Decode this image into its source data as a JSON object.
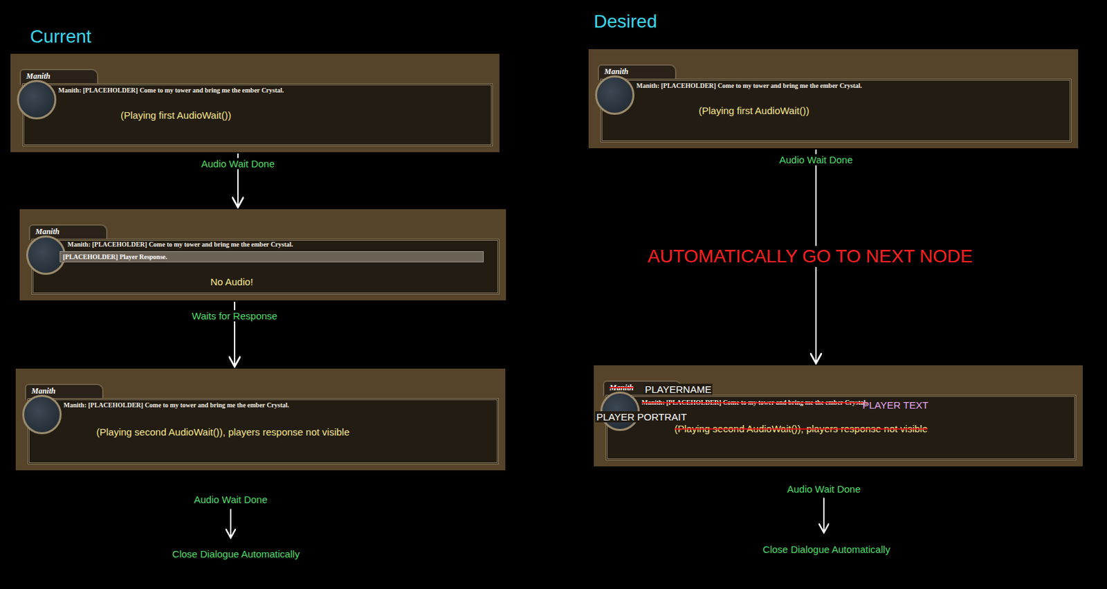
{
  "diagram": {
    "nodes": [
      {
        "text": [
          "Manith",
          "Manith: [PLACEHOLDER] Come to my tower and bring me the ember Crystal.",
          "(Playing first AudioWait())"
        ]
      },
      {
        "text": [
          "Manith",
          "Manith: [PLACEHOLDER] Come to my tower and bring me the ember Crystal.",
          "No Audio!"
        ]
      },
      {
        "text": [
          "[PLACEHOLDER] Player Response."
        ],
        "in": 1
      },
      {
        "text": [
          "Manith",
          "Manith: [PLACEHOLDER] Come to my tower and bring me the ember Crystal.",
          "(Playing second AudioWait()), players response not visible"
        ]
      },
      {
        "text": [
          "Manith",
          "Manith: [PLACEHOLDER] Come to my tower and bring me the ember Crystal.",
          "(Playing first AudioWait())"
        ]
      },
      {
        "text": [
          "Manith",
          "PLAYERNAME",
          "Manith: [PLACEHOLDER] Come to my tower and bring me the ember Crystal.",
          "PLAYER TEXT",
          "PLAYER PORTRAIT",
          "(Playing second AudioWait()), players response not visible"
        ]
      }
    ],
    "edges": [
      {
        "from": 0,
        "to": 1,
        "arrow": "to",
        "label": "Audio Wait Done"
      },
      {
        "from": 1,
        "to": 3,
        "arrow": "to",
        "label": "Waits for Response"
      },
      {
        "from": 4,
        "to": 5,
        "arrow": "to",
        "label": "Audio Wait Done"
      }
    ],
    "labels": [
      "Current",
      "Desired",
      "AUTOMATICALLY GO TO NEXT NODE",
      "Audio Wait Done",
      "Close Dialogue Automatically",
      "Audio Wait Done",
      "Close Dialogue Automatically"
    ]
  }
}
